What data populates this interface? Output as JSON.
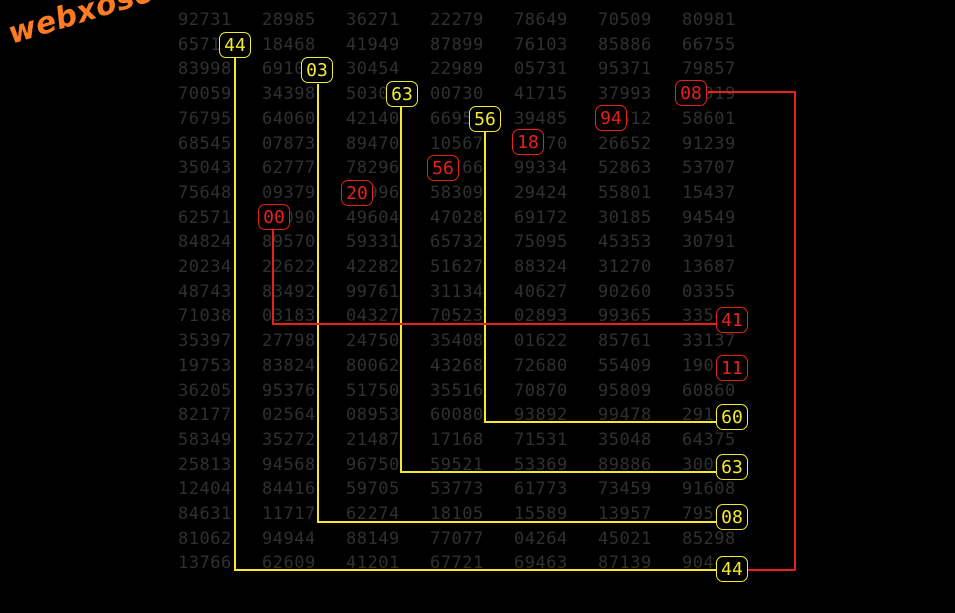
{
  "brand": {
    "logo_text": "webxoso.net",
    "logo_color": "#ff7b24"
  },
  "colors": {
    "yellow": "#f4ea2a",
    "red": "#e8201c",
    "grid_text": "#303030",
    "background": "#000000"
  },
  "results_grid": [
    [
      "92731",
      "28985",
      "36271",
      "22279",
      "78649",
      "70509",
      "80981"
    ],
    [
      "65717",
      "18468",
      "41949",
      "87899",
      "76103",
      "85886",
      "66755"
    ],
    [
      "83998",
      "69103",
      "30454",
      "22989",
      "05731",
      "95371",
      "79857"
    ],
    [
      "70059",
      "34398",
      "50303",
      "00730",
      "41715",
      "37993",
      "08919"
    ],
    [
      "76795",
      "64060",
      "42140",
      "66956",
      "39485",
      "94612",
      "58601"
    ],
    [
      "68545",
      "07873",
      "89470",
      "10567",
      "18270",
      "26652",
      "91239"
    ],
    [
      "35043",
      "62777",
      "78296",
      "56766",
      "99334",
      "52863",
      "53707"
    ],
    [
      "75648",
      "09379",
      "20996",
      "58309",
      "29424",
      "55801",
      "15437"
    ],
    [
      "62571",
      "00090",
      "49604",
      "47028",
      "69172",
      "30185",
      "94549"
    ],
    [
      "84824",
      "89570",
      "59331",
      "65732",
      "75095",
      "45353",
      "30791"
    ],
    [
      "20234",
      "22622",
      "42282",
      "51627",
      "88324",
      "31270",
      "13687"
    ],
    [
      "48743",
      "83492",
      "99761",
      "31134",
      "40627",
      "90260",
      "03355"
    ],
    [
      "71038",
      "03183",
      "04327",
      "70523",
      "02893",
      "99365",
      "33541"
    ],
    [
      "35397",
      "27798",
      "24750",
      "35408",
      "01622",
      "85761",
      "33137"
    ],
    [
      "19753",
      "83824",
      "80062",
      "43268",
      "72680",
      "55409",
      "19011"
    ],
    [
      "36205",
      "95376",
      "51750",
      "35516",
      "70870",
      "95809",
      "60860"
    ],
    [
      "82177",
      "02564",
      "08953",
      "60080",
      "93892",
      "99478",
      "29160"
    ],
    [
      "58349",
      "35272",
      "21487",
      "17168",
      "71531",
      "35048",
      "64375"
    ],
    [
      "25813",
      "94568",
      "96750",
      "59521",
      "53369",
      "89886",
      "30063"
    ],
    [
      "12404",
      "84416",
      "59705",
      "53773",
      "61773",
      "73459",
      "91608"
    ],
    [
      "84631",
      "11717",
      "62274",
      "18105",
      "15589",
      "13957",
      "79508"
    ],
    [
      "81062",
      "94944",
      "88149",
      "77077",
      "04264",
      "45021",
      "85298"
    ],
    [
      "13766",
      "62609",
      "41201",
      "67721",
      "69463",
      "87139",
      "90444"
    ]
  ],
  "top_markers": [
    {
      "value": "44",
      "color": "yellow"
    },
    {
      "value": "03",
      "color": "yellow"
    },
    {
      "value": "63",
      "color": "yellow"
    },
    {
      "value": "56",
      "color": "yellow"
    },
    {
      "value": "18",
      "color": "red"
    },
    {
      "value": "94",
      "color": "red"
    },
    {
      "value": "08",
      "color": "red"
    },
    {
      "value": "56",
      "color": "red"
    },
    {
      "value": "20",
      "color": "red"
    },
    {
      "value": "00",
      "color": "red"
    }
  ],
  "right_markers": [
    {
      "value": "41",
      "color": "red"
    },
    {
      "value": "11",
      "color": "red"
    },
    {
      "value": "60",
      "color": "yellow"
    },
    {
      "value": "63",
      "color": "yellow"
    },
    {
      "value": "08",
      "color": "yellow"
    },
    {
      "value": "44",
      "color": "yellow"
    }
  ]
}
